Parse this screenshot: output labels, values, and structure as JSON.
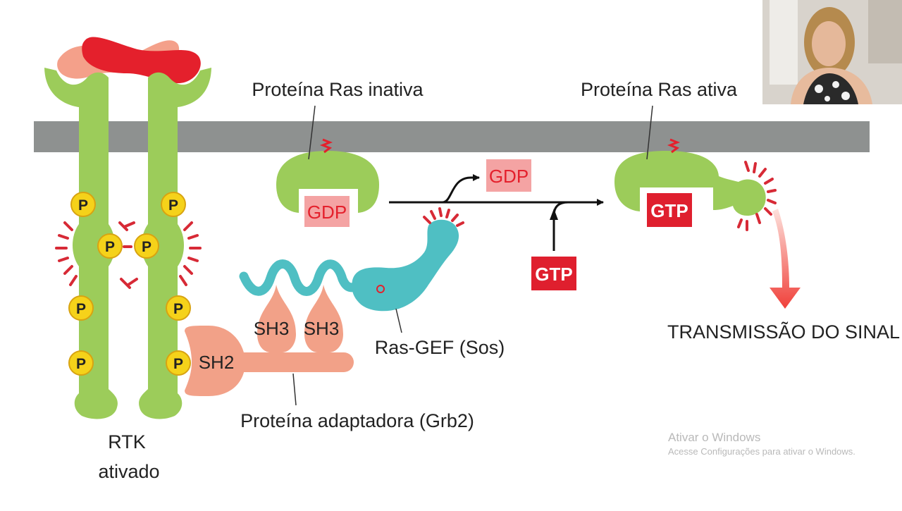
{
  "labels": {
    "ras_inactive": "Proteína Ras inativa",
    "ras_active": "Proteína Ras ativa",
    "rtk_line1": "RTK",
    "rtk_line2": "ativado",
    "adaptor": "Proteína adaptadora (Grb2)",
    "ras_gef": "Ras-GEF (Sos)",
    "transmission": "TRANSMISSÃO DO SINAL"
  },
  "phospho": {
    "symbol": "P"
  },
  "domains": {
    "sh3_a": "SH3",
    "sh3_b": "SH3",
    "sh2": "SH2"
  },
  "nucleotides": {
    "gdp_bound": "GDP",
    "gdp_released": "GDP",
    "gtp_incoming": "GTP",
    "gtp_bound": "GTP"
  },
  "watermark": {
    "title": "Ativar o Windows",
    "subtitle": "Acesse Configurações para ativar o Windows."
  },
  "colors": {
    "receptor_green": "#9ccc5a",
    "phosphate_yellow": "#f5d21a",
    "adaptor_salmon": "#f2a188",
    "sos_teal": "#4fbfc3",
    "membrane_gray": "#8e9190",
    "ligand_red": "#e4202c",
    "ligand_pink": "#f4a08a",
    "gtp_red": "#df1f2e",
    "gdp_pink": "#f4a3a3"
  }
}
